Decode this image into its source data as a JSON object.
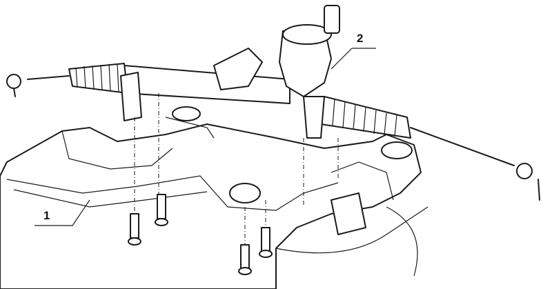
{
  "diagram": {
    "callouts": [
      {
        "id": "1",
        "label": "1"
      },
      {
        "id": "2",
        "label": "2"
      }
    ],
    "colors": {
      "line": "#1a1a1a",
      "background": "#ffffff"
    }
  }
}
